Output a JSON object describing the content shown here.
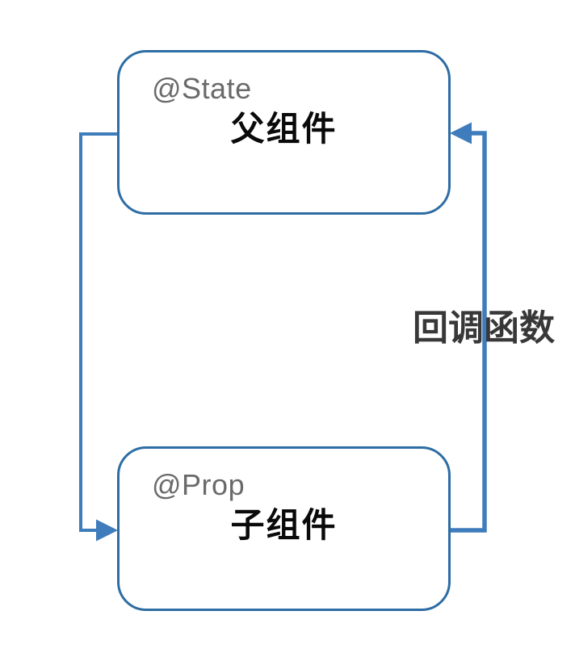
{
  "diagram": {
    "parent_box": {
      "decorator": "@State",
      "title": "父组件"
    },
    "child_box": {
      "decorator": "@Prop",
      "title": "子组件"
    },
    "callback_label": {
      "text": "回调函数"
    },
    "arrows": [
      {
        "name": "prop-flow",
        "from": "父组件",
        "to": "子组件",
        "side": "left",
        "direction": "down"
      },
      {
        "name": "callback-flow",
        "from": "子组件",
        "to": "父组件",
        "side": "right",
        "direction": "up",
        "label": "回调函数"
      }
    ]
  },
  "colors": {
    "box_border": "#2E6DA4",
    "box_fill": "#FFFFFF",
    "connector": "#3E7CBB",
    "decorator_text": "#6A6A6A",
    "title_text": "#0A0A0A",
    "callback_text": "#383838",
    "background": "#FFFFFF"
  }
}
